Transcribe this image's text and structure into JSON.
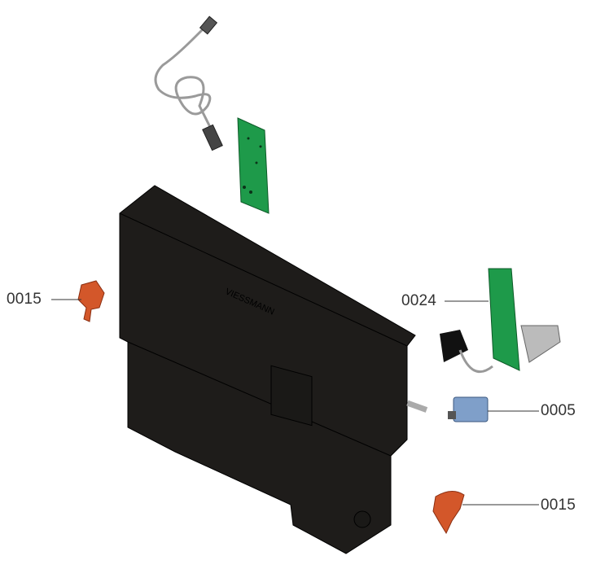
{
  "labels": {
    "left_bracket": "0015",
    "pcb_right": "0024",
    "connector": "0005",
    "bottom_bracket": "0015"
  },
  "housing_logo": "VIESSMANN",
  "colors": {
    "housing": "#1e1c1a",
    "pcb": "#1e9a4a",
    "bracket": "#d3572a",
    "connector": "#7f9fc9"
  }
}
